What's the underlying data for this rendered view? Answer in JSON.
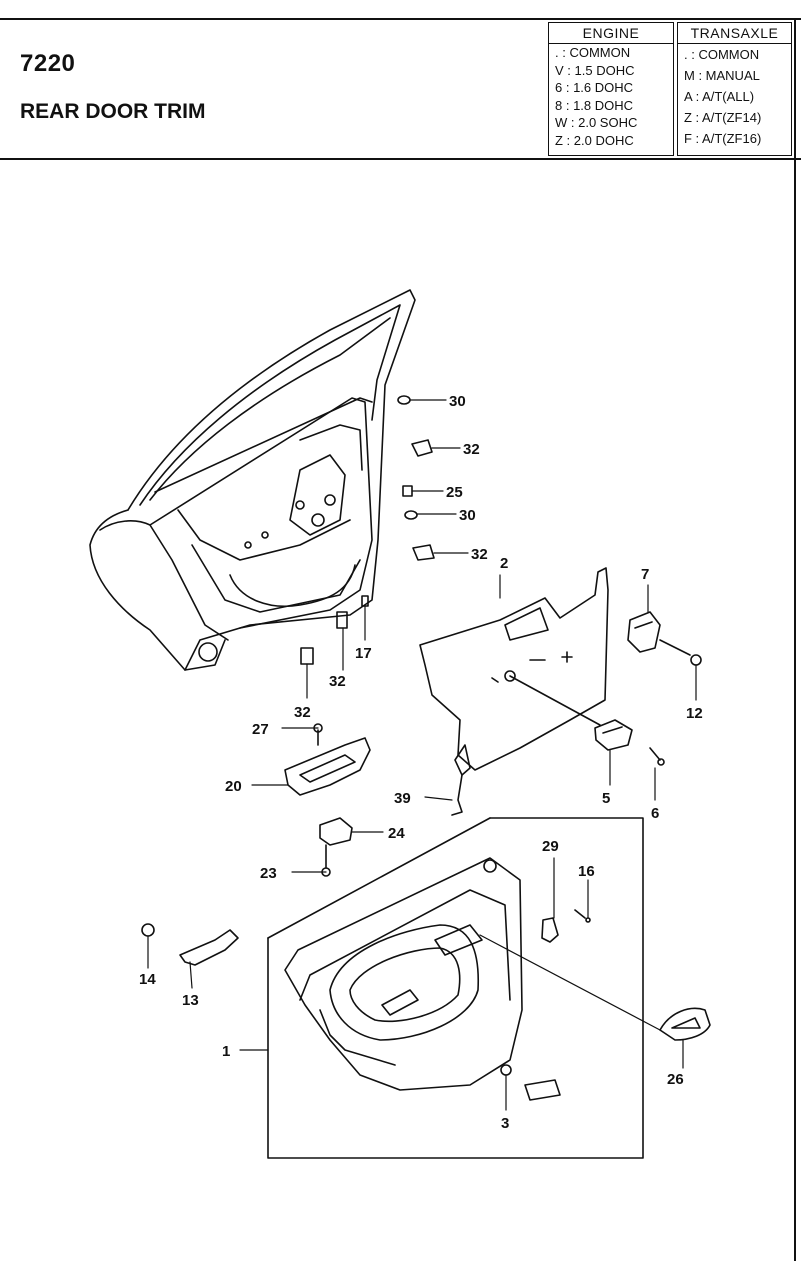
{
  "header": {
    "code": "7220",
    "title": "REAR DOOR TRIM"
  },
  "engine_box": {
    "title": "ENGINE",
    "rows": [
      ". : COMMON",
      "V : 1.5 DOHC",
      "6 : 1.6 DOHC",
      "8 : 1.8 DOHC",
      "W : 2.0 SOHC",
      "Z : 2.0 DOHC"
    ]
  },
  "transaxle_box": {
    "title": "TRANSAXLE",
    "rows": [
      ". : COMMON",
      "M : MANUAL",
      "A : A/T(ALL)",
      "Z : A/T(ZF14)",
      "F : A/T(ZF16)"
    ]
  },
  "callouts": [
    "30",
    "32",
    "25",
    "30",
    "32",
    "2",
    "7",
    "17",
    "32",
    "32",
    "12",
    "27",
    "20",
    "5",
    "6",
    "39",
    "24",
    "29",
    "16",
    "23",
    "14",
    "13",
    "1",
    "26",
    "3"
  ]
}
